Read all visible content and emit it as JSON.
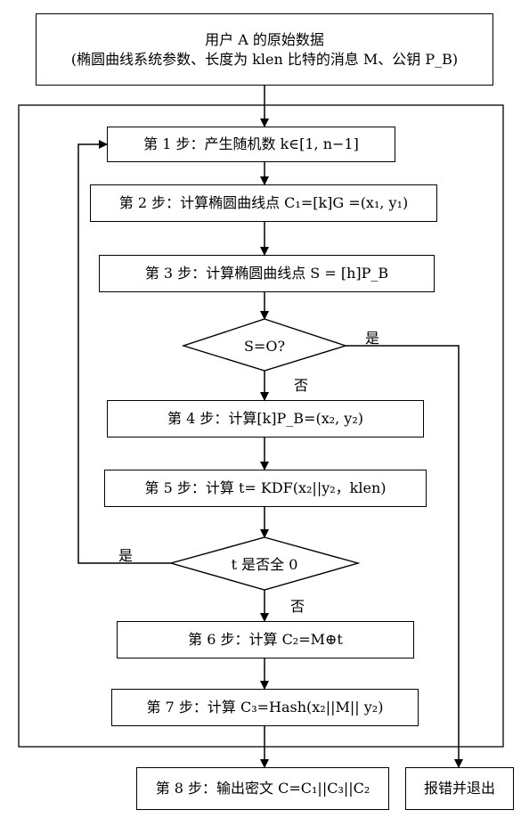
{
  "start": {
    "title": "用户 A 的原始数据",
    "subtitle": "(椭圆曲线系统参数、长度为 klen 比特的消息 M、公钥 P_B)"
  },
  "steps": {
    "s1": "第 1 步：产生随机数 k∈[1, n−1]",
    "s2": "第 2 步：计算椭圆曲线点 C₁=[k]G =(x₁, y₁)",
    "s3": "第 3 步：计算椭圆曲线点 S = [h]P_B",
    "s4": "第 4 步：计算[k]P_B=(x₂, y₂)",
    "s5": "第 5 步：计算 t= KDF(x₂||y₂，klen)",
    "s6": "第 6 步：计算 C₂=M⊕t",
    "s7": "第 7 步：计算 C₃=Hash(x₂||M|| y₂)",
    "s8": "第 8 步：输出密文 C=C₁||C₃||C₂"
  },
  "decisions": {
    "d1": "S=O?",
    "d2": "t 是否全 0"
  },
  "labels": {
    "yes": "是",
    "no": "否"
  },
  "error_box": "报错并退出"
}
